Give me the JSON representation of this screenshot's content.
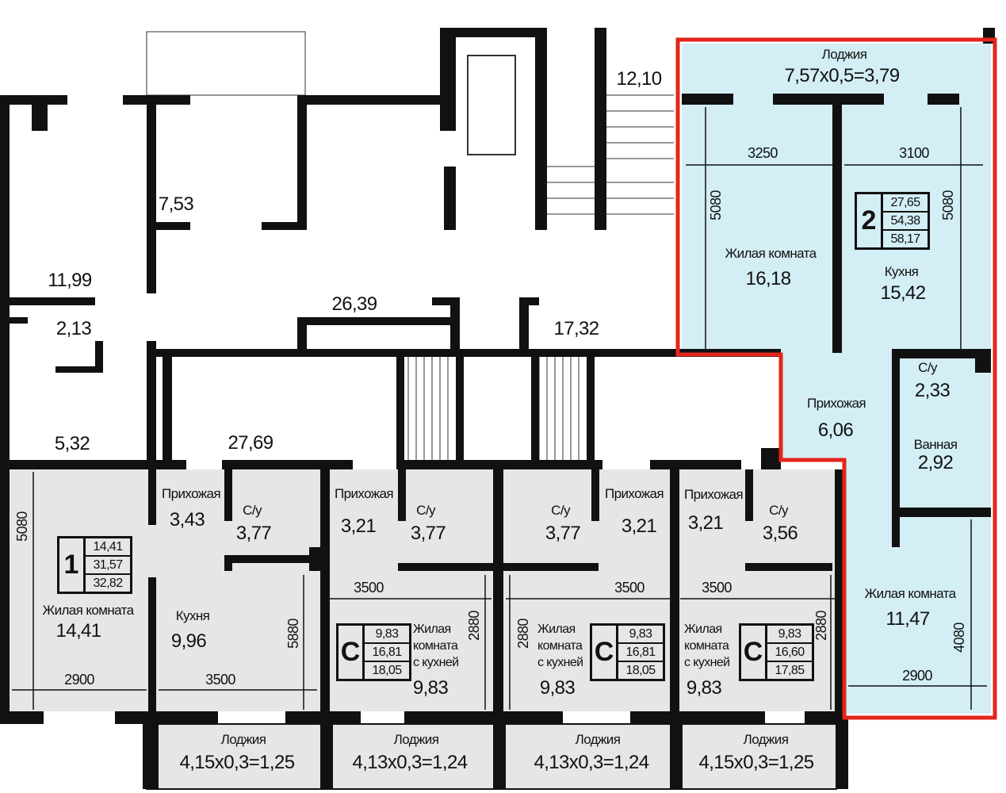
{
  "common_area": {
    "labels": [
      "12,10",
      "7,53",
      "11,99",
      "2,13",
      "26,39",
      "17,32",
      "5,32",
      "27,69"
    ]
  },
  "apartment_2": {
    "badge": {
      "type": "2",
      "values": [
        "27,65",
        "54,38",
        "58,17"
      ]
    },
    "loggia": {
      "label": "Лоджия",
      "dims": "7,57x0,5=3,79"
    },
    "rooms": [
      {
        "label": "Жилая комната",
        "area": "16,18"
      },
      {
        "label": "Кухня",
        "area": "15,42"
      },
      {
        "label": "С/у",
        "area": "2,33"
      },
      {
        "label": "Прихожая",
        "area": "6,06"
      },
      {
        "label": "Ванная",
        "area": "2,92"
      },
      {
        "label": "Жилая комната",
        "area": "11,47"
      }
    ],
    "dims": [
      "3250",
      "3100",
      "5080",
      "5080",
      "4080",
      "2900"
    ],
    "highlight_color": "#e3261b",
    "fill_color": "#d3eef5"
  },
  "apartment_1": {
    "badge": {
      "type": "1",
      "values": [
        "14,41",
        "31,57",
        "32,82"
      ]
    },
    "rooms": [
      {
        "label": "Жилая комната",
        "area": "14,41"
      },
      {
        "label": "Прихожая",
        "area": "3,43"
      },
      {
        "label": "С/у",
        "area": "3,77"
      },
      {
        "label": "Кухня",
        "area": "9,96"
      }
    ],
    "dims": [
      "5080",
      "2900",
      "3500",
      "5880"
    ],
    "loggia": {
      "label": "Лоджия",
      "dims": "4,15x0,3=1,25"
    }
  },
  "studios": [
    {
      "badge": {
        "type": "С",
        "values": [
          "9,83",
          "16,81",
          "18,05"
        ]
      },
      "hall": {
        "label": "Прихожая",
        "area": "3,21"
      },
      "bath": {
        "label": "С/у",
        "area": "3,77"
      },
      "living": {
        "label": [
          "Жилая",
          "комната",
          "с кухней"
        ],
        "area": "9,83"
      },
      "dims": [
        "3500",
        "2880"
      ],
      "loggia": {
        "label": "Лоджия",
        "dims": "4,13x0,3=1,24"
      }
    },
    {
      "badge": {
        "type": "С",
        "values": [
          "9,83",
          "16,81",
          "18,05"
        ]
      },
      "hall": {
        "label": "Прихожая",
        "area": "3,21"
      },
      "bath": {
        "label": "С/у",
        "area": "3,77"
      },
      "living": {
        "label": [
          "Жилая",
          "комната",
          "с кухней"
        ],
        "area": "9,83"
      },
      "dims": [
        "3500",
        "2880"
      ],
      "loggia": {
        "label": "Лоджия",
        "dims": "4,13x0,3=1,24"
      }
    },
    {
      "badge": {
        "type": "С",
        "values": [
          "9,83",
          "16,60",
          "17,85"
        ]
      },
      "hall": {
        "label": "Прихожая",
        "area": "3,21"
      },
      "bath": {
        "label": "С/у",
        "area": "3,56"
      },
      "living": {
        "label": [
          "Жилая",
          "комната",
          "с кухней"
        ],
        "area": "9,83"
      },
      "dims": [
        "3500",
        "2880"
      ],
      "loggia": {
        "label": "Лоджия",
        "dims": "4,15x0,3=1,25"
      }
    }
  ]
}
